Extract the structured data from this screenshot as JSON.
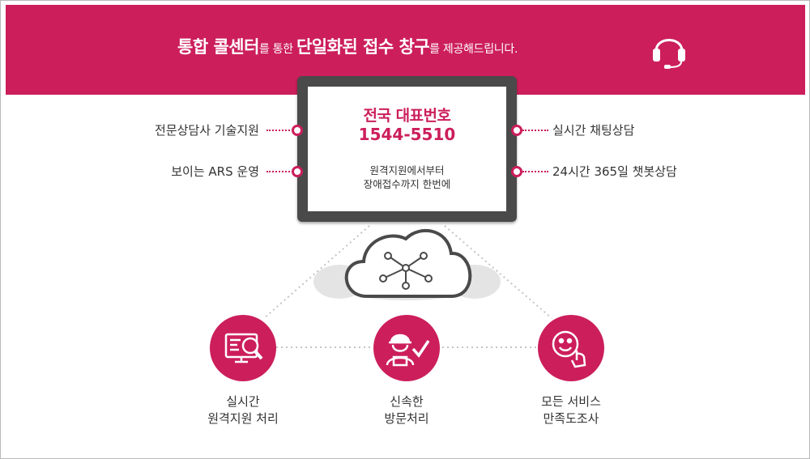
{
  "banner": {
    "part1": "통합 콜센터",
    "part2": "를 통한 ",
    "part3": "단일화된 접수 창구",
    "part4": "를 제공해드립니다.",
    "icon": "headset-icon"
  },
  "monitor": {
    "title": "전국 대표번호",
    "phone": "1544-5510",
    "desc_line1": "원격지원에서부터",
    "desc_line2": "장애접수까지 한번에"
  },
  "features": {
    "left_top": "전문상담사 기술지원",
    "left_bottom": "보이는 ARS 운영",
    "right_top": "실시간 채팅상담",
    "right_bottom": "24시간 365일 챗봇상담"
  },
  "services": [
    {
      "line1": "실시간",
      "line2": "원격지원 처리",
      "icon": "magnifier-monitor-icon"
    },
    {
      "line1": "신속한",
      "line2": "방문처리",
      "icon": "engineer-check-icon"
    },
    {
      "line1": "모든 서비스",
      "line2": "만족도조사",
      "icon": "smiley-pointer-icon"
    }
  ],
  "colors": {
    "accent": "#cc1e5b",
    "monitor": "#4a4a4a",
    "cloud": "#e4e4e4"
  }
}
